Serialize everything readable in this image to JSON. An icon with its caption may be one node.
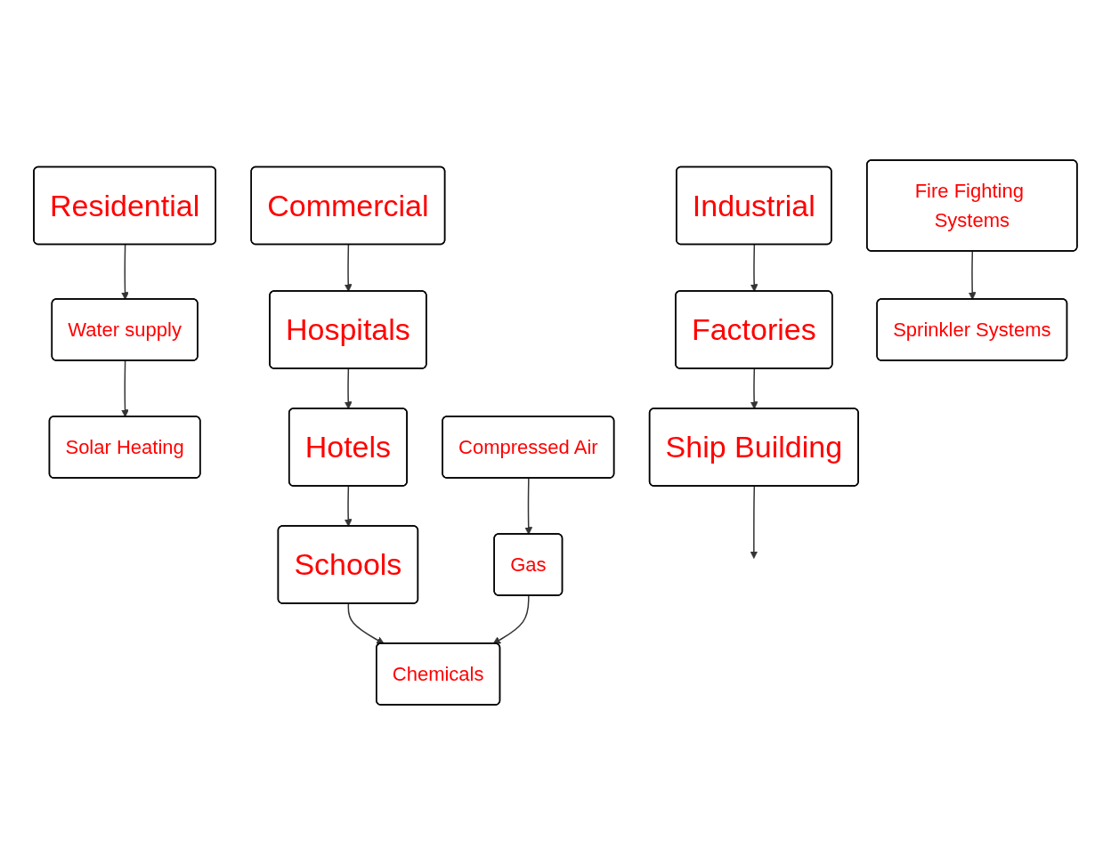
{
  "diagram": {
    "nodes": [
      {
        "text": [
          "Residential"
        ]
      },
      {
        "text": [
          "Industrial"
        ]
      },
      {
        "text": [
          "Commercial"
        ]
      },
      {
        "text": [
          "Water supply"
        ]
      },
      {
        "text": [
          "Solar Heating"
        ]
      },
      {
        "text": [
          "Factories"
        ]
      },
      {
        "text": [
          "Hospitals"
        ]
      },
      {
        "text": [
          "Ship Building"
        ]
      },
      {
        "text": [
          "Hotels"
        ]
      },
      {
        "text": [
          "Schools"
        ]
      },
      {
        "text": [
          "Compressed Air"
        ]
      },
      {
        "text": [
          "Gas"
        ]
      },
      {
        "text": [
          "Chemicals"
        ]
      },
      {
        "text": [
          "Fire Fighting Systems"
        ]
      },
      {
        "text": [
          "Sprinkler Systems"
        ]
      }
    ],
    "edges": [
      {
        "from": 0,
        "to": 3,
        "arrow": "to"
      },
      {
        "from": 3,
        "to": 4,
        "arrow": "to"
      },
      {
        "from": 1,
        "to": 5,
        "arrow": "to"
      },
      {
        "from": 5,
        "to": 7,
        "arrow": "to"
      },
      {
        "from": 7,
        "to": null,
        "arrow": "to"
      },
      {
        "from": 2,
        "to": 6,
        "arrow": "to"
      },
      {
        "from": 6,
        "to": 8,
        "arrow": "to"
      },
      {
        "from": 8,
        "to": 9,
        "arrow": "to"
      },
      {
        "from": 9,
        "to": 12,
        "arrow": "to"
      },
      {
        "from": 10,
        "to": 11,
        "arrow": "to"
      },
      {
        "from": 11,
        "to": 12,
        "arrow": "to"
      },
      {
        "from": 13,
        "to": 14,
        "arrow": "to"
      }
    ]
  }
}
